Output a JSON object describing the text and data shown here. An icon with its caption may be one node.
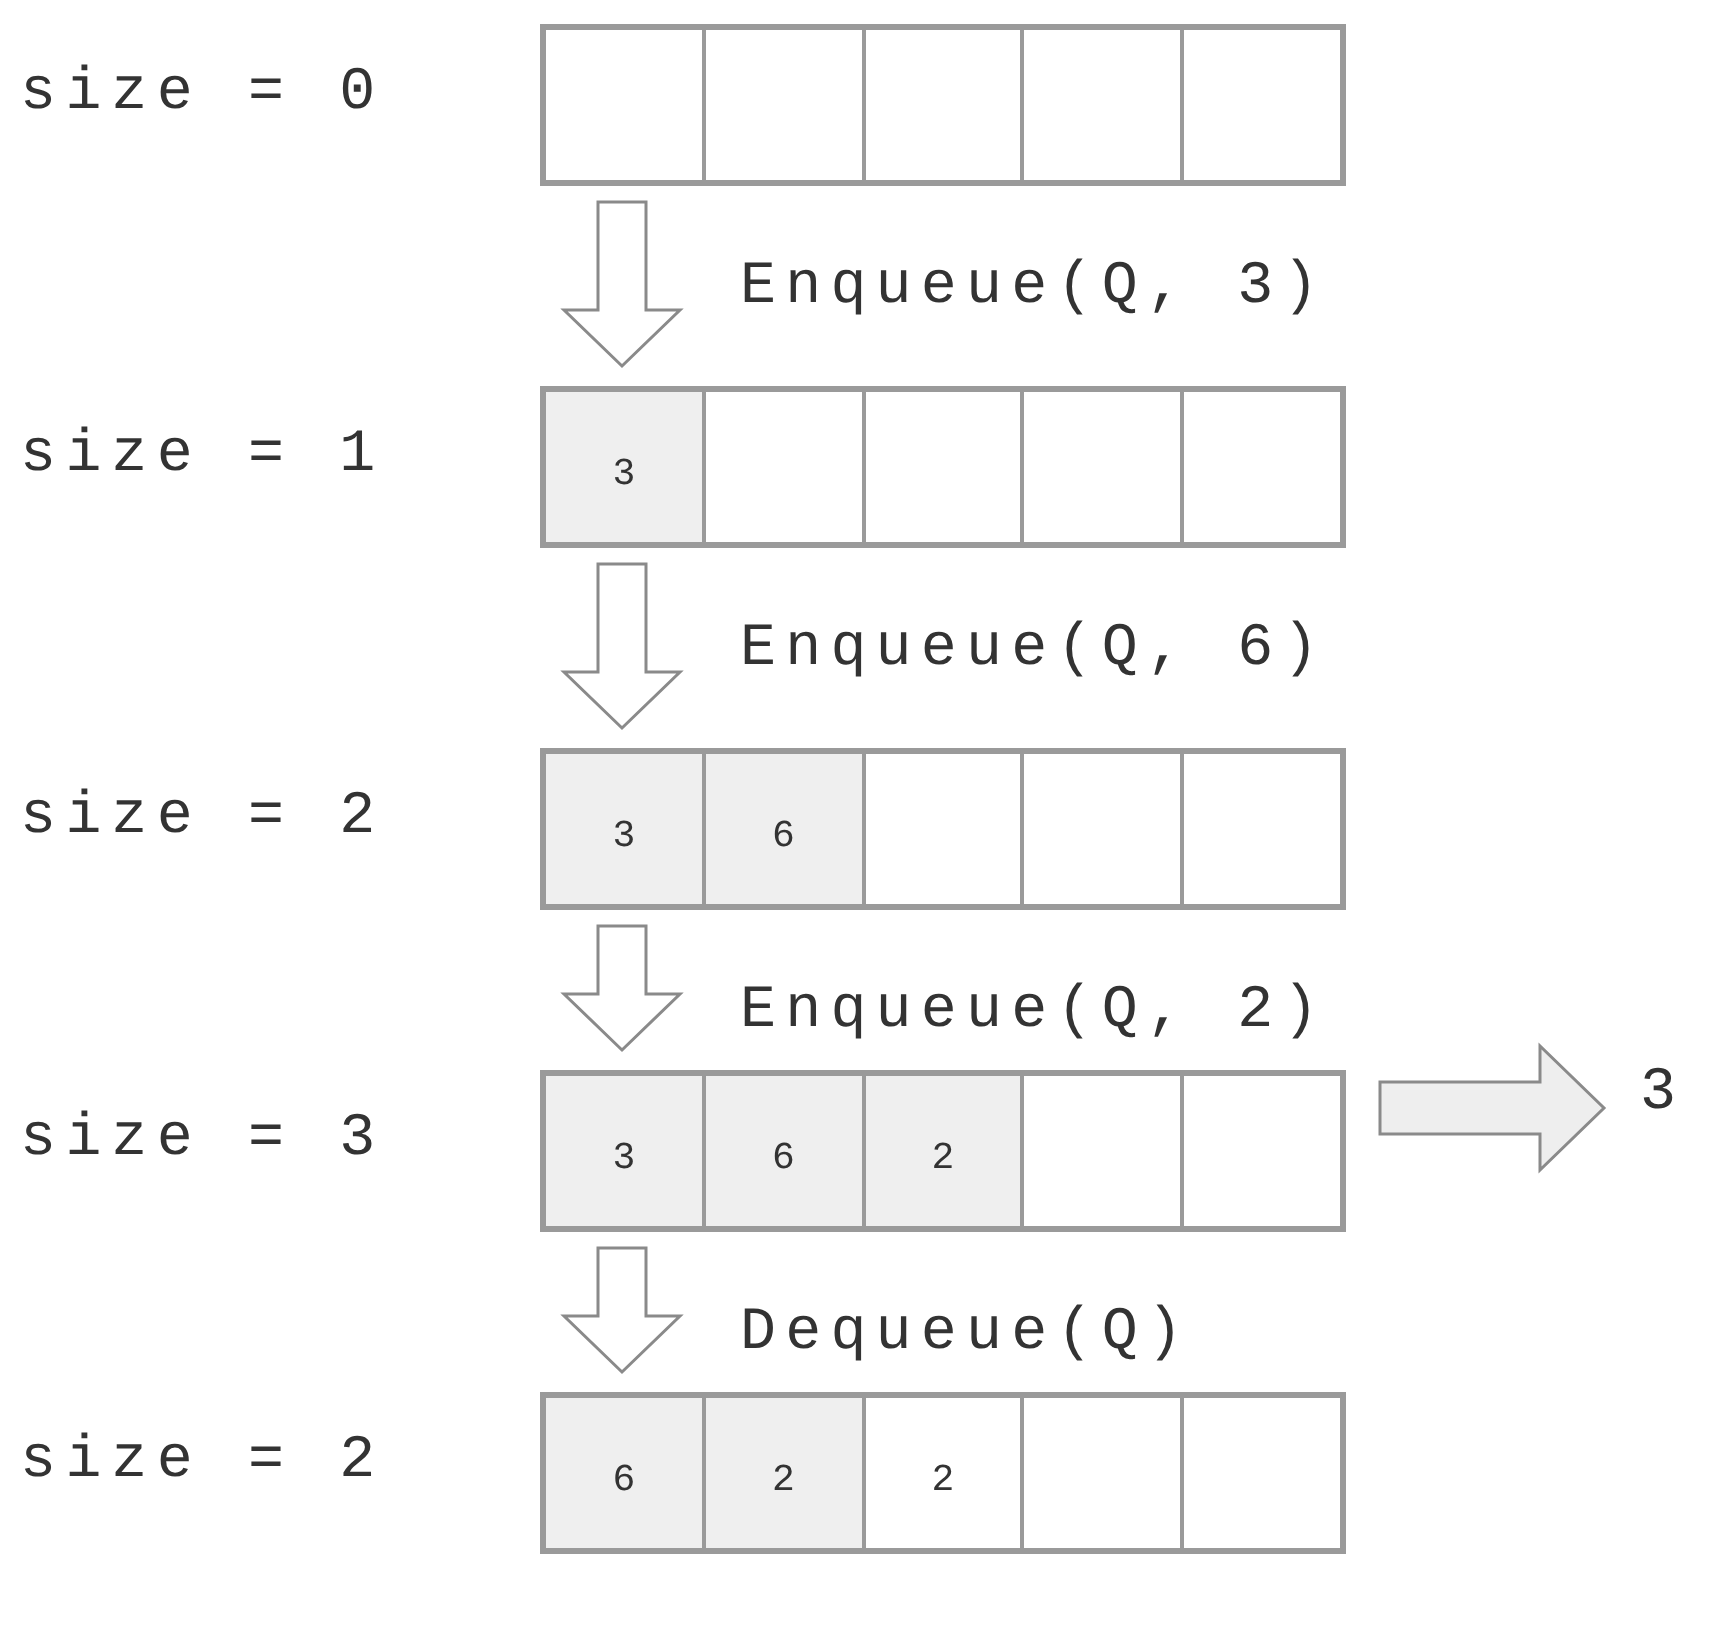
{
  "diagram": {
    "nodes": [
      {
        "text": [],
        "shape": "box",
        "beside": [
          "size = 0"
        ]
      },
      {
        "text": [],
        "shape": "box",
        "in": 0
      },
      {
        "text": [],
        "shape": "box",
        "in": 0
      },
      {
        "text": [],
        "shape": "box",
        "in": 0
      },
      {
        "text": [],
        "shape": "box",
        "in": 0
      },
      {
        "text": [],
        "shape": "box",
        "in": 0
      },
      {
        "text": [],
        "shape": "box",
        "beside": [
          "size = 1"
        ]
      },
      {
        "text": [
          "3"
        ],
        "in": 6
      },
      {
        "text": [],
        "shape": "box",
        "in": 6
      },
      {
        "text": [],
        "shape": "box",
        "in": 6
      },
      {
        "text": [],
        "shape": "box",
        "in": 6
      },
      {
        "text": [],
        "shape": "box",
        "in": 6
      },
      {
        "text": [],
        "shape": "box",
        "beside": [
          "size = 2"
        ]
      },
      {
        "text": [
          "3"
        ],
        "in": 12
      },
      {
        "text": [
          "6"
        ],
        "in": 12
      },
      {
        "text": [],
        "shape": "box",
        "in": 12
      },
      {
        "text": [],
        "shape": "box",
        "in": 12
      },
      {
        "text": [],
        "shape": "box",
        "in": 12
      },
      {
        "text": [],
        "shape": "box",
        "beside": [
          "size = 3"
        ]
      },
      {
        "text": [
          "3"
        ],
        "in": 18
      },
      {
        "text": [
          "6"
        ],
        "in": 18
      },
      {
        "text": [
          "2"
        ],
        "in": 18
      },
      {
        "text": [],
        "shape": "box",
        "in": 18
      },
      {
        "text": [],
        "shape": "box",
        "in": 18
      },
      {
        "text": [],
        "shape": "box",
        "beside": [
          "size = 2"
        ]
      },
      {
        "text": [
          "6"
        ],
        "in": 24
      },
      {
        "text": [
          "2"
        ],
        "in": 24
      },
      {
        "text": [
          "2"
        ],
        "in": 24
      },
      {
        "text": [],
        "shape": "box",
        "in": 24
      },
      {
        "text": [],
        "shape": "box",
        "in": 24
      },
      {
        "text": [
          "3"
        ]
      }
    ],
    "edges": [
      {
        "from": 0,
        "to": 6,
        "arrow": "to",
        "label": "Enqueue(Q, 3)"
      },
      {
        "from": 6,
        "to": 12,
        "arrow": "to",
        "label": "Enqueue(Q, 6)"
      },
      {
        "from": 12,
        "to": 18,
        "arrow": "to",
        "label": "Enqueue(Q, 2)"
      },
      {
        "from": 18,
        "to": 24,
        "arrow": "to",
        "label": "Dequeue(Q)"
      },
      {
        "from": null,
        "to": 30,
        "arrow": "to"
      }
    ]
  }
}
